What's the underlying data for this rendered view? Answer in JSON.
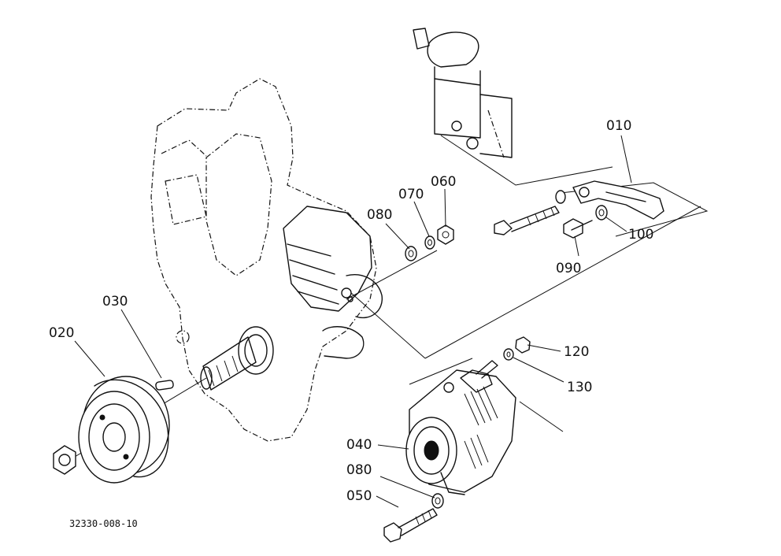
{
  "parts": [
    {
      "id": "p010",
      "label": "010"
    },
    {
      "id": "p020",
      "label": "020"
    },
    {
      "id": "p030",
      "label": "030"
    },
    {
      "id": "p040",
      "label": "040"
    },
    {
      "id": "p050",
      "label": "050"
    },
    {
      "id": "p060",
      "label": "060"
    },
    {
      "id": "p070",
      "label": "070"
    },
    {
      "id": "p080a",
      "label": "080"
    },
    {
      "id": "p080b",
      "label": "080"
    },
    {
      "id": "p090",
      "label": "090"
    },
    {
      "id": "p100",
      "label": "100"
    },
    {
      "id": "p120",
      "label": "120"
    },
    {
      "id": "p130",
      "label": "130"
    }
  ],
  "drawing_code": "32330-008-10"
}
